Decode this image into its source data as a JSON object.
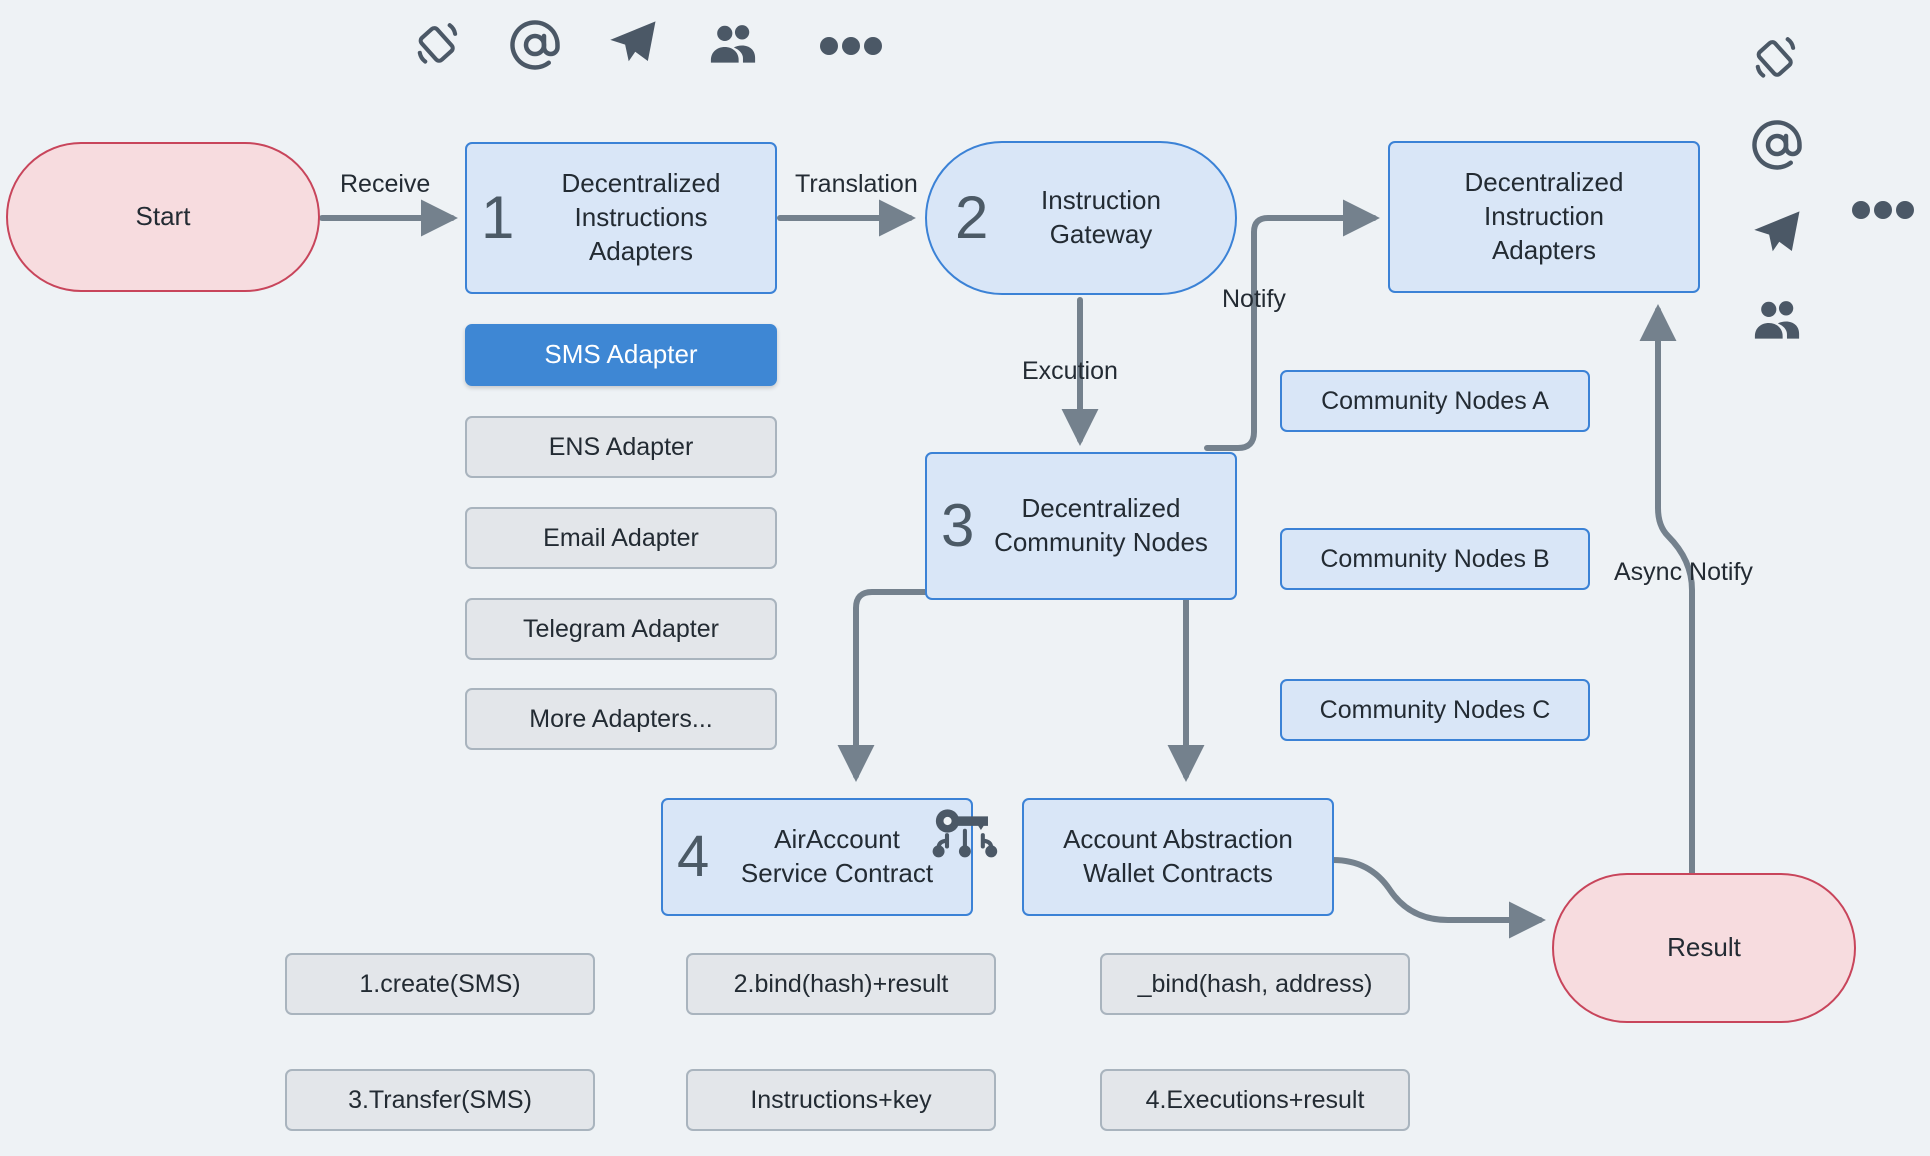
{
  "diagram": {
    "title": "AirAccount decentralized instruction flow",
    "background_color": "#eef2f5",
    "colors": {
      "blue_fill": "#d9e6f7",
      "blue_stroke": "#3b82d6",
      "red_fill": "#f7dcdf",
      "red_stroke": "#c8455b",
      "gray_fill": "#e3e6ea",
      "gray_stroke": "#a9b4be",
      "active_fill": "#3e87d4",
      "edge_color": "#74818d",
      "text_color": "#232b33",
      "icon_color": "#4b5866"
    }
  },
  "icons_top": [
    {
      "name": "device-rotate-icon",
      "meaning": "SMS / device"
    },
    {
      "name": "at-sign-icon",
      "meaning": "ENS / Email"
    },
    {
      "name": "paper-plane-icon",
      "meaning": "Telegram"
    },
    {
      "name": "people-icon",
      "meaning": "Community"
    },
    {
      "name": "ellipsis-icon",
      "meaning": "More"
    }
  ],
  "icons_right": [
    {
      "name": "device-rotate-icon",
      "meaning": "SMS / device"
    },
    {
      "name": "at-sign-icon",
      "meaning": "ENS / Email"
    },
    {
      "name": "paper-plane-icon",
      "meaning": "Telegram"
    },
    {
      "name": "people-icon",
      "meaning": "Community"
    },
    {
      "name": "ellipsis-icon",
      "meaning": "More"
    }
  ],
  "nodes": {
    "start": {
      "label": "Start"
    },
    "step1": {
      "num": "1",
      "label": "Decentralized\nInstructions\nAdapters"
    },
    "step2": {
      "num": "2",
      "label": "Instruction\nGateway"
    },
    "step3": {
      "num": "3",
      "label": "Decentralized\nCommunity Nodes"
    },
    "step4": {
      "num": "4",
      "label": "AirAccount\nService Contract"
    },
    "adapters_right": {
      "label": "Decentralized\nInstruction\nAdapters"
    },
    "wallet_contracts": {
      "label": "Account Abstraction\nWallet Contracts"
    },
    "result": {
      "label": "Result"
    }
  },
  "adapter_list": [
    {
      "label": "SMS Adapter",
      "active": true
    },
    {
      "label": "ENS Adapter",
      "active": false
    },
    {
      "label": "Email Adapter",
      "active": false
    },
    {
      "label": "Telegram Adapter",
      "active": false
    },
    {
      "label": "More Adapters...",
      "active": false
    }
  ],
  "community_nodes": [
    {
      "label": "Community Nodes A"
    },
    {
      "label": "Community Nodes B"
    },
    {
      "label": "Community Nodes C"
    }
  ],
  "call_chips": [
    {
      "label": "1.create(SMS)"
    },
    {
      "label": "2.bind(hash)+result"
    },
    {
      "label": "_bind(hash, address)"
    },
    {
      "label": "3.Transfer(SMS)"
    },
    {
      "label": "Instructions+key"
    },
    {
      "label": "4.Executions+result"
    }
  ],
  "edge_labels": {
    "receive": "Receive",
    "translation": "Translation",
    "notify": "Notify",
    "execution": "Excution",
    "async_notify": "Async Notify"
  }
}
